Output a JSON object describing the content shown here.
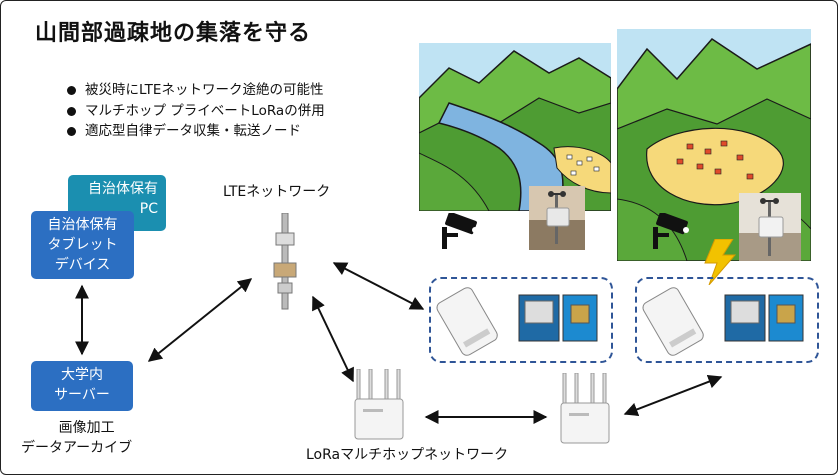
{
  "title": "山間部過疎地の集落を守る",
  "bullets": [
    "被災時にLTEネットワーク途絶の可能性",
    "マルチホップ プライベートLoRaの併用",
    "適応型自律データ収集・転送ノード"
  ],
  "boxes": {
    "pc": [
      "自治体保有",
      "PC"
    ],
    "tablet": [
      "自治体保有",
      "タブレット",
      "デバイス"
    ],
    "server": [
      "大学内",
      "サーバー"
    ]
  },
  "labels": {
    "lte": "LTEネットワーク",
    "archive": [
      "画像加工",
      "データアーカイブ"
    ],
    "lora": "LoRaマルチホップネットワーク"
  },
  "colors": {
    "box_teal": "#1b8fb0",
    "box_blue": "#2c6fc2",
    "dash": "#2f5597",
    "lightning": "#f2c200"
  }
}
